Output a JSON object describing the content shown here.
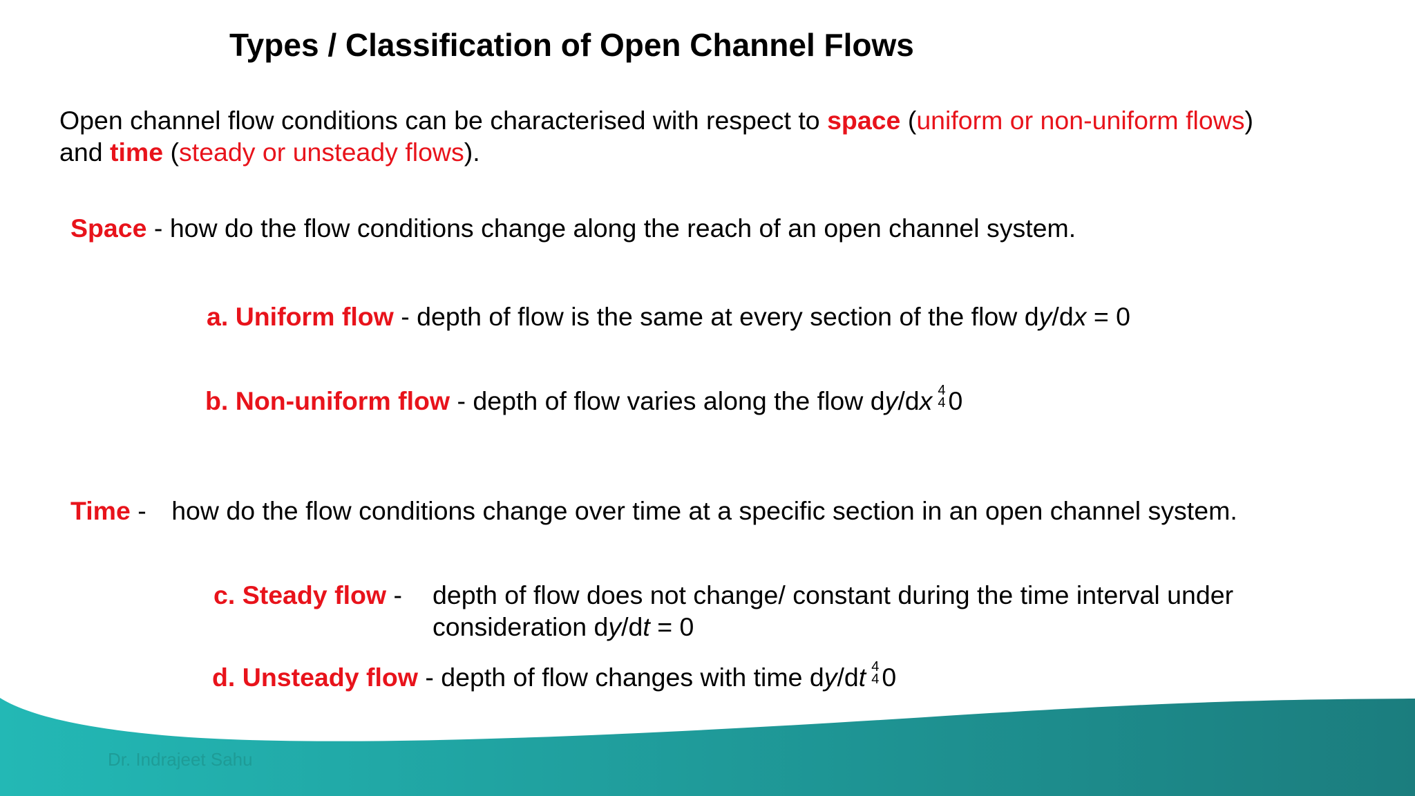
{
  "slide": {
    "title": "Types / Classification of Open Channel Flows",
    "intro": {
      "p1": "Open channel flow conditions can be characterised with respect to ",
      "space_word": "space",
      "p2": " (",
      "space_types": "uniform or non-uniform flows",
      "p3": ")",
      "p4": "and ",
      "time_word": "time",
      "p5": " (",
      "time_types": "steady or unsteady flows",
      "p6": ")."
    },
    "space_def": {
      "term": "Space",
      "dash": " - ",
      "text": " how do the flow conditions change along the reach of an open  channel system."
    },
    "uniform": {
      "label": "a. Uniform flow",
      "dash": " - ",
      "text": " depth of flow is the same at every section of the flow d",
      "var_y": "y",
      "slash": "/d",
      "var_x": "x",
      "rhs": " = 0"
    },
    "nonuniform": {
      "label": "b. Non-uniform flow",
      "text": " - depth of flow varies along the flow d",
      "var_y": "y",
      "slash": "/d",
      "var_x": "x",
      "glyph_top": "4",
      "glyph_bottom": "4",
      "rhs": "0"
    },
    "time_def": {
      "term": "Time",
      "dash": " - ",
      "text": "how do the flow conditions change over time at a specific section in an open channel system."
    },
    "steady": {
      "label": "c. Steady flow",
      "dash": " - ",
      "line1": "depth of flow does not change/ constant during the time interval under",
      "line2_pre": "consideration d",
      "var_y": "y",
      "slash": "/d",
      "var_t": "t",
      "rhs": " = 0"
    },
    "unsteady": {
      "label": "d. Unsteady flow",
      "text": " - depth of flow changes with time d",
      "var_y": "y",
      "slash": "/d",
      "var_t": "t",
      "glyph_top": "4",
      "glyph_bottom": "4",
      "rhs": "0"
    },
    "footer": "Dr. Indrajeet Sahu"
  },
  "colors": {
    "accent_red": "#e8131b",
    "wave_teal_left": "#23b8b5",
    "wave_teal_right": "#1b7d7e",
    "text": "#000000"
  }
}
